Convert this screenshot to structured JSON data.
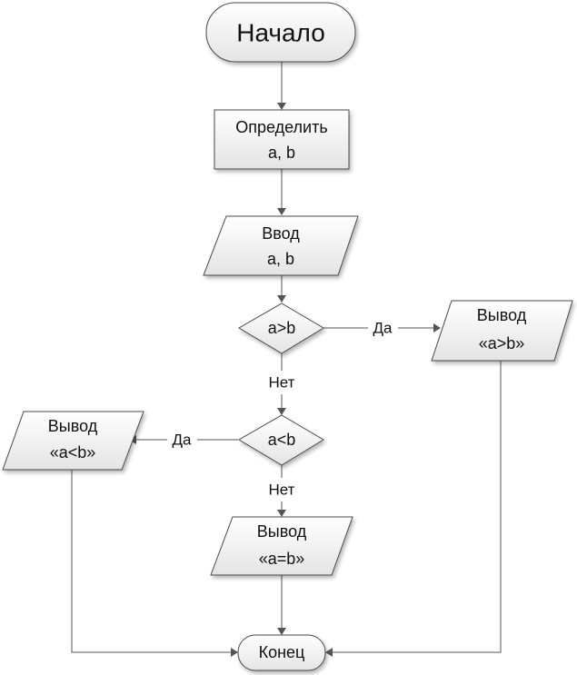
{
  "nodes": {
    "start": {
      "label": "Начало"
    },
    "define": {
      "line1": "Определить",
      "line2": "a, b"
    },
    "input": {
      "line1": "Ввод",
      "line2": "a, b"
    },
    "cond1": {
      "label": "a>b"
    },
    "cond2": {
      "label": "a<b"
    },
    "out_gt": {
      "line1": "Вывод",
      "line2": "«a>b»"
    },
    "out_lt": {
      "line1": "Вывод",
      "line2": "«a<b»"
    },
    "out_eq": {
      "line1": "Вывод",
      "line2": "«a=b»"
    },
    "end": {
      "label": "Конец"
    }
  },
  "edges": {
    "cond1_yes": "Да",
    "cond1_no": "Нет",
    "cond2_yes": "Да",
    "cond2_no": "Нет"
  },
  "colors": {
    "fill_top": "#ffffff",
    "fill_bottom": "#e4e4e4",
    "stroke": "#4a4a4a",
    "connector": "#555555"
  }
}
